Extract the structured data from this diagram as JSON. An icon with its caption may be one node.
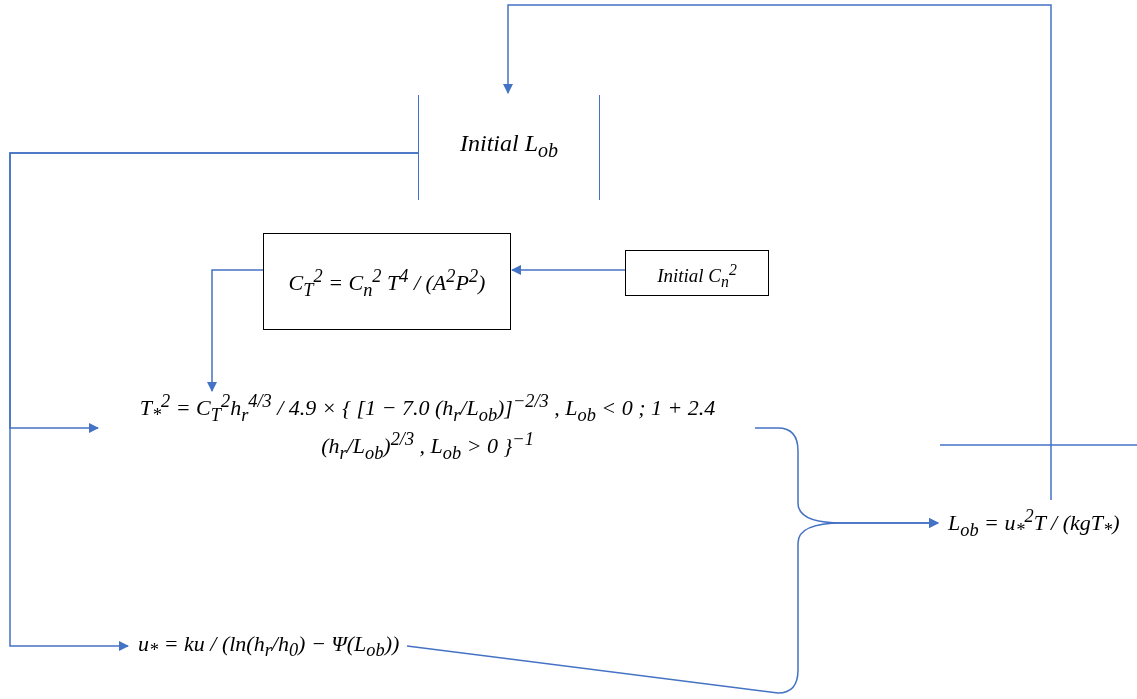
{
  "diagram": {
    "nodes": [
      {
        "text": [
          "Initial L$_{ob}$"
        ]
      },
      {
        "text": [
          "C$_{T}$$^{2}$ = C$_{n}$$^{2}$ T$^{4}$ / (A$^{2}$P$^{2}$)"
        ]
      },
      {
        "text": [
          "Initial C$_{n}$$^{2}$"
        ]
      },
      {
        "text": [
          "T$_{*}$$^{2}$ = C$_{T}$$^{2}$h$_{r}$$^{4/3}$ / 4.9 × { [1 − 7.0 (h$_{r}$/L$_{ob}$)]$^{−2/3}$ , L$_{ob}$ < 0 ; 1 + 2.4 (h$_{r}$/L$_{ob}$)$^{2/3}$ , L$_{ob}$ > 0 }$^{−1}$"
        ]
      },
      {
        "text": [
          "u$_{*}$ = ku / (ln(h$_{r}$/h$_{0}$) − Ψ(L$_{ob}$))"
        ]
      },
      {
        "text": [
          "L$_{ob}$ = u$_{*}$$^{2}$T / (kgT$_{*}$)"
        ]
      }
    ],
    "edges": [
      {
        "from": 0,
        "to": 3,
        "arrow": "to"
      },
      {
        "from": 0,
        "to": 4,
        "arrow": "to"
      },
      {
        "from": 2,
        "to": 1,
        "arrow": "to"
      },
      {
        "from": 1,
        "to": 3,
        "arrow": "to"
      },
      {
        "from": 3,
        "to": 5,
        "arrow": "to"
      },
      {
        "from": 4,
        "to": 5,
        "arrow": "to"
      },
      {
        "from": 5,
        "to": 0,
        "arrow": "to"
      }
    ]
  }
}
